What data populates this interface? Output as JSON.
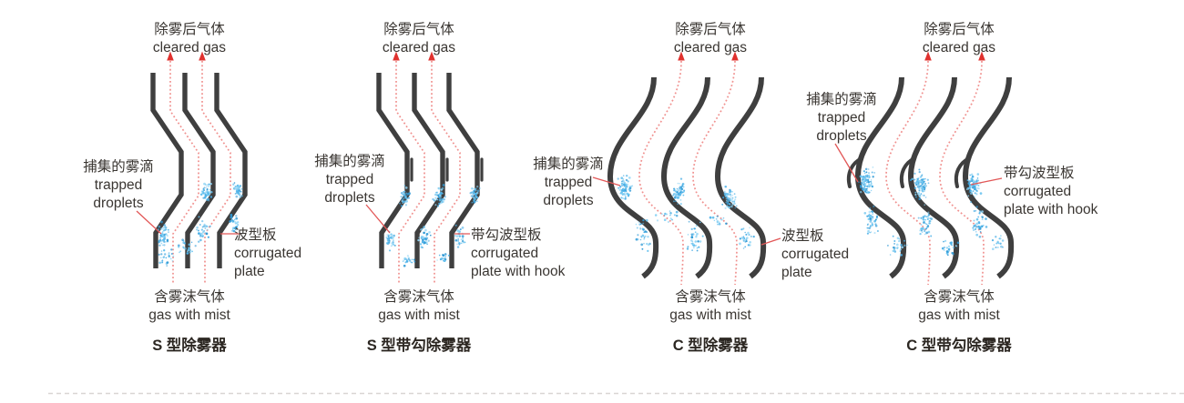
{
  "panel_title": "demister-types-comparison",
  "colors": {
    "plate": "#3f3f3f",
    "droplet_palette": [
      "#2f9ad6",
      "#49aee6",
      "#63c0ee",
      "#8ed4f5"
    ],
    "flow_dash": "#f0908e",
    "arrow": "#e0312e",
    "leader": "#e25757",
    "label_text": "#3a3632",
    "caption_text": "#2c2722",
    "divider": "#d9d6d3"
  },
  "diagrams": [
    {
      "caption": "S 型除雾器",
      "cleared_gas": {
        "zh": "除雾后气体",
        "en": "cleared gas"
      },
      "gas_with_mist": {
        "zh": "含雾沫气体",
        "en": "gas with mist"
      },
      "trapped_droplets": {
        "zh": "捕集的雾滴",
        "en1": "trapped",
        "en2": "droplets"
      },
      "plate_label": {
        "zh": "波型板",
        "en1": "corrugated",
        "en2": "plate"
      }
    },
    {
      "caption": "S 型带勾除雾器",
      "cleared_gas": {
        "zh": "除雾后气体",
        "en": "cleared gas"
      },
      "gas_with_mist": {
        "zh": "含雾沫气体",
        "en": "gas with mist"
      },
      "trapped_droplets": {
        "zh": "捕集的雾滴",
        "en1": "trapped",
        "en2": "droplets"
      },
      "plate_label": {
        "zh": "带勾波型板",
        "en1": "corrugated",
        "en2": "plate with hook"
      }
    },
    {
      "caption": "C 型除雾器",
      "cleared_gas": {
        "zh": "除雾后气体",
        "en": "cleared gas"
      },
      "gas_with_mist": {
        "zh": "含雾沫气体",
        "en": "gas with mist"
      },
      "trapped_droplets": {
        "zh": "捕集的雾滴",
        "en1": "trapped",
        "en2": "droplets"
      },
      "plate_label": {
        "zh": "波型板",
        "en1": "corrugated",
        "en2": "plate"
      }
    },
    {
      "caption": "C 型带勾除雾器",
      "cleared_gas": {
        "zh": "除雾后气体",
        "en": "cleared gas"
      },
      "gas_with_mist": {
        "zh": "含雾沫气体",
        "en": "gas with mist"
      },
      "trapped_droplets": {
        "zh": "捕集的雾滴",
        "en1": "trapped",
        "en2": "droplets"
      },
      "plate_label": {
        "zh": "带勾波型板",
        "en1": "corrugated",
        "en2": "plate with hook"
      }
    }
  ]
}
